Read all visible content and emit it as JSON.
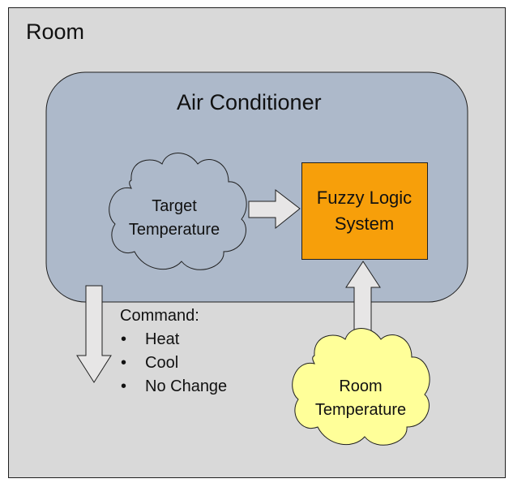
{
  "room": {
    "label": "Room"
  },
  "air_conditioner": {
    "label": "Air Conditioner"
  },
  "target_temperature": {
    "lines": [
      "Target",
      "Temperature"
    ]
  },
  "fuzzy_logic": {
    "lines": [
      "Fuzzy Logic",
      "System"
    ]
  },
  "room_temperature": {
    "lines": [
      "Room",
      "Temperature"
    ]
  },
  "command": {
    "title": "Command:",
    "items": [
      "Heat",
      "Cool",
      "No Change"
    ]
  },
  "colors": {
    "room_fill": "#d9d9d9",
    "ac_fill": "#adb9ca",
    "target_cloud_fill": "#adb9ca",
    "fuzzy_box_fill": "#f79f0a",
    "room_cloud_fill": "#ffff99",
    "arrow_fill": "#e7e6e6",
    "stroke": "#1f1f1f"
  }
}
